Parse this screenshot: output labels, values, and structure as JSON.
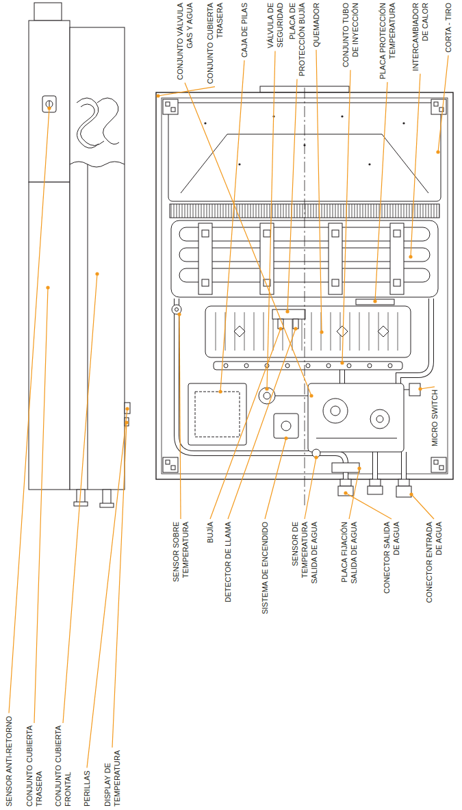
{
  "diagram": {
    "labels": [
      "SENSOR ANTI-RETORNO",
      "CONJUNTO CUBIERTA TRASERA",
      "CONJUNTO CUBIERTA FRONTAL",
      "PERILLAS",
      "DISPLAY DE TEMPERATURA",
      "CONJUNTO VÁLVULA GAS Y AGUA",
      "CONJUNTO CUBIERTA TRASERA",
      "CAJA DE PILAS",
      "VÁLVULA DE SEGURIDAD",
      "PLACA DE PROTECCIÓN BUJÍA",
      "QUEMADOR",
      "CONJUNTO TUBO DE INYECCIÓN",
      "PLACA PROTECCIÓN TEMPERATURA",
      "INTERCAMBIADOR DE CALOR",
      "CORTA - TIRO",
      "MICRO SWITCH",
      "SENSOR SOBRE TEMPERATURA",
      "BUJÍA",
      "DETECTOR DE LLAMA",
      "SISTEMA DE ENCENDIDO",
      "SENSOR DE TEMPERATURA SALIDA DE AGUA",
      "PLACA FIJACIÓN SALIDA DE AGUA",
      "CONECTOR SALIDA DE AGUA",
      "CONECTOR ENTRADA DE AGUA"
    ]
  }
}
